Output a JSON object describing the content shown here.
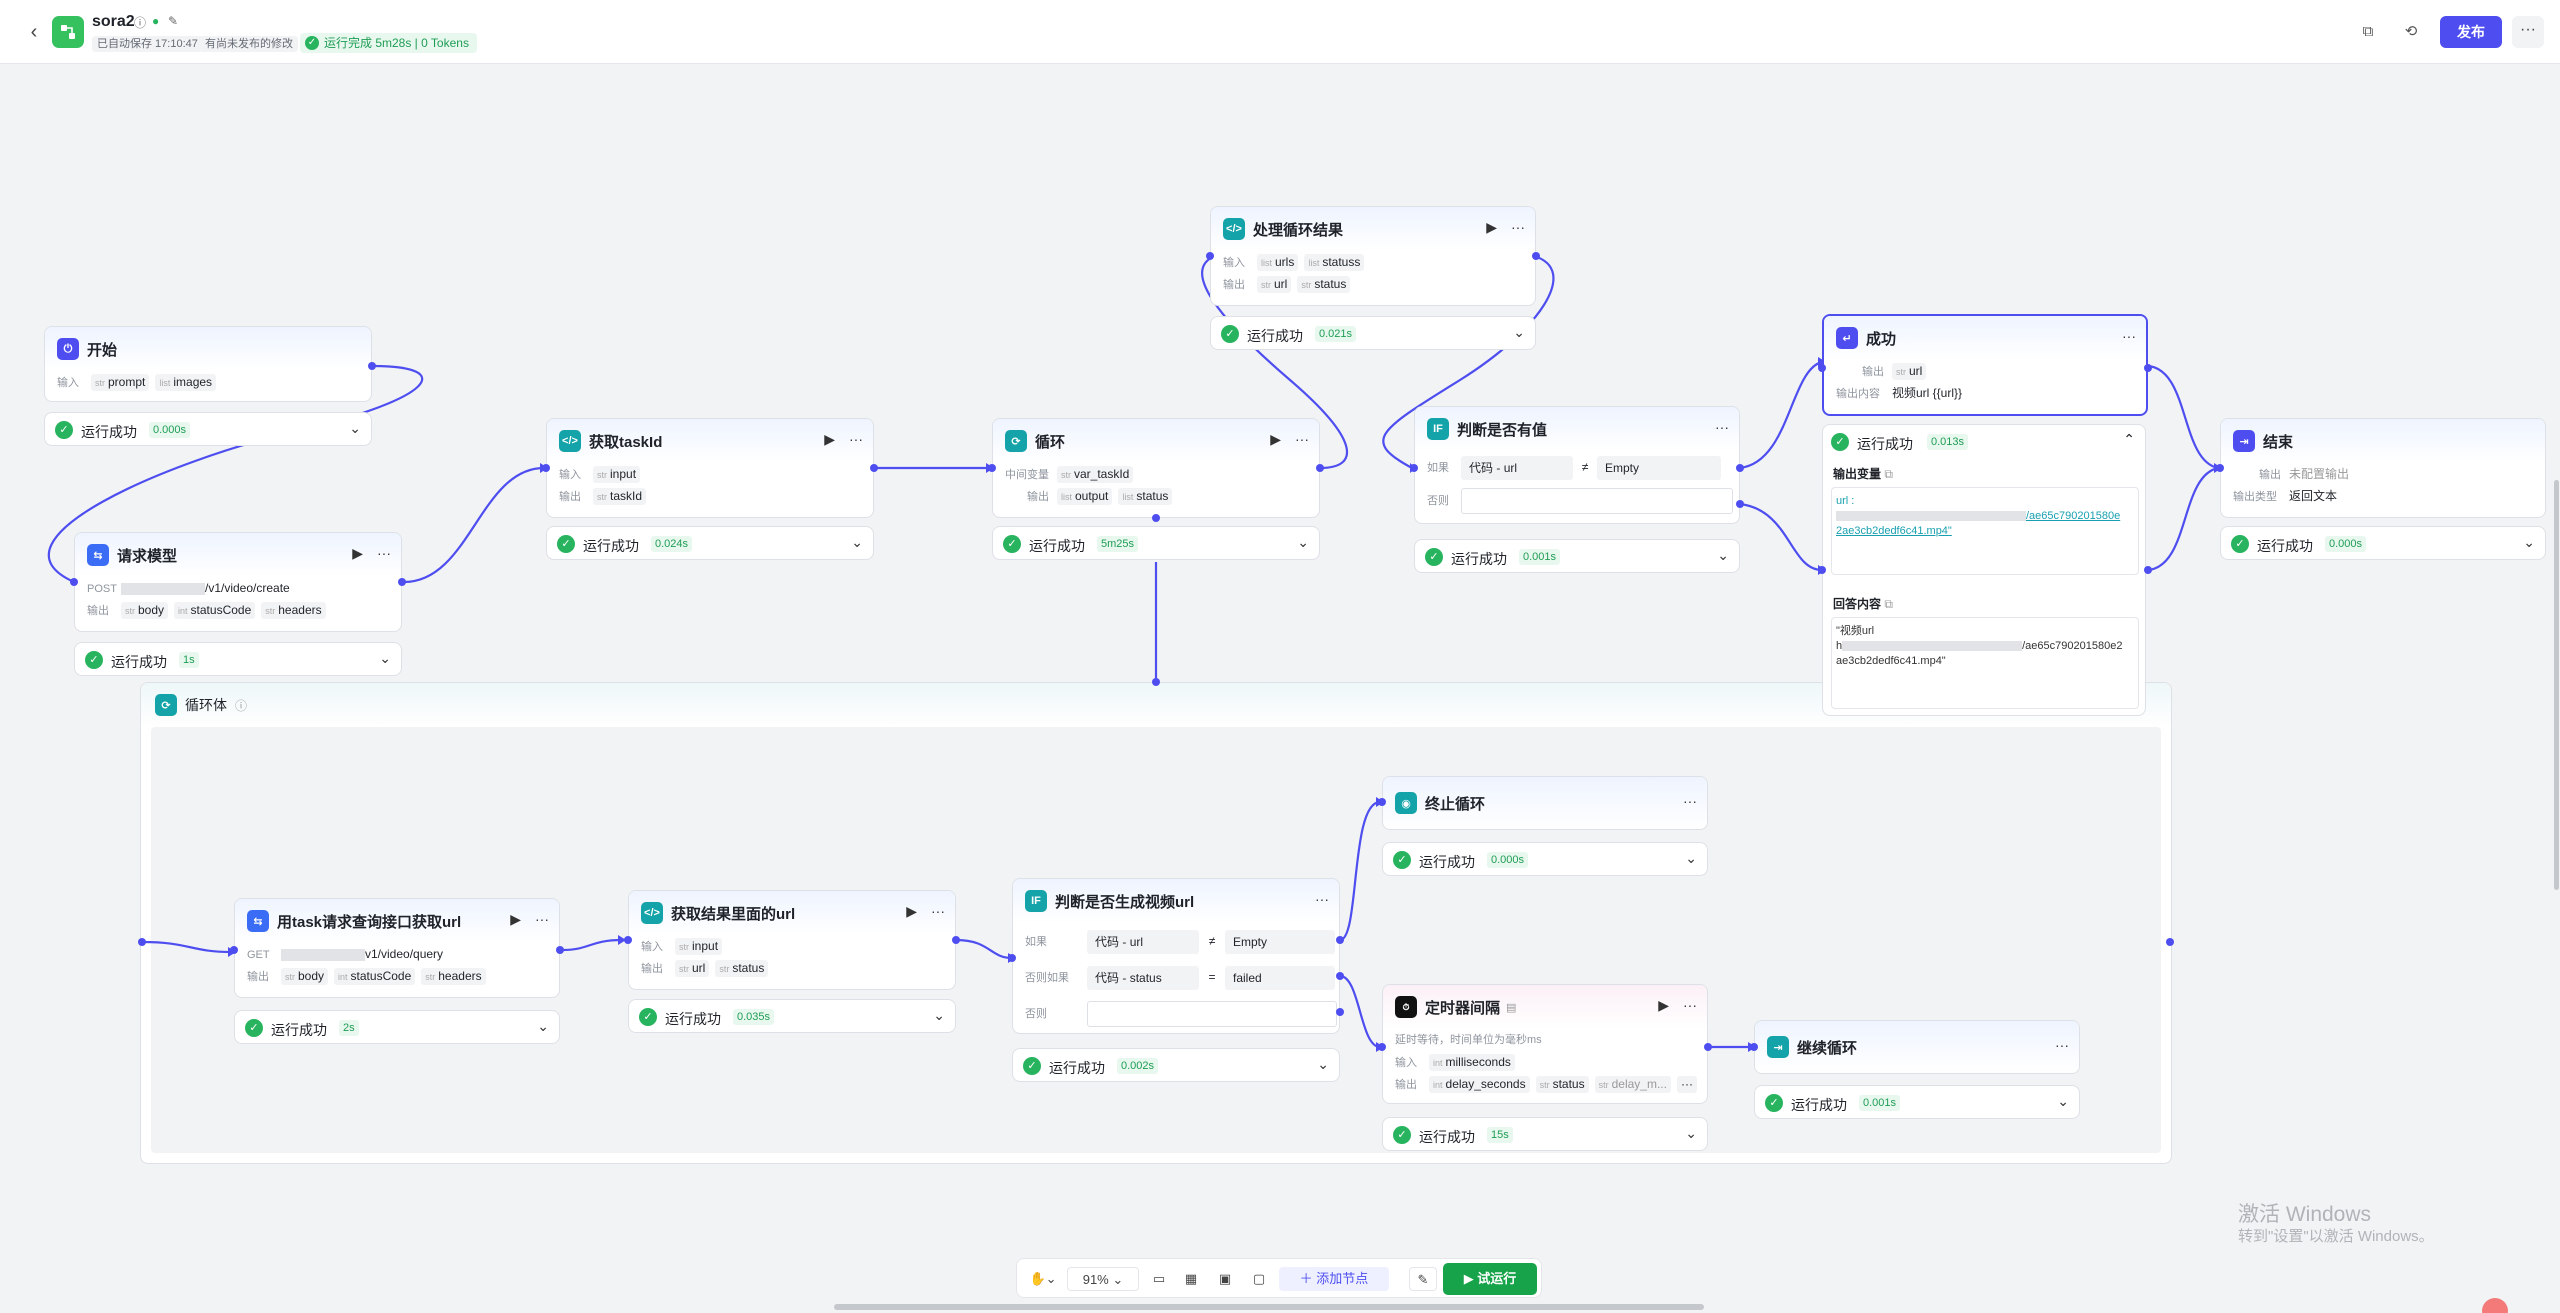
{
  "header": {
    "back": "‹",
    "app_name": "sora2",
    "autosave": "已自动保存 17:10:47",
    "unpublished": "有尚未发布的修改",
    "run_status": "运行完成 5m28s | 0 Tokens",
    "publish": "发布",
    "more": "···"
  },
  "colors": {
    "accent": "#4e4ef0",
    "success": "#28b45f",
    "logo": "#34c15e",
    "start": "#4e4ef0",
    "request": "#3b6cf5",
    "code": "#14a3a8",
    "loop": "#14a3a8",
    "if": "#14a3a8",
    "stop": "#14a3a8",
    "timer": "#111111"
  },
  "common": {
    "status": "运行成功",
    "in": "输入",
    "out": "输出",
    "run": "▶",
    "menu": "···",
    "caret": "⌄",
    "if": "如果",
    "else": "否则",
    "elseif": "否则如果",
    "code": "代码",
    "dash": "-",
    "neq": "≠",
    "eq": "=",
    "empty": "Empty",
    "str": "str",
    "arr": "list",
    "int": "int"
  },
  "nodes": {
    "start": {
      "title": "开始",
      "in1": "prompt",
      "in2": "images",
      "time": "0.000s"
    },
    "request": {
      "title": "请求模型",
      "method": "POST",
      "url": "/v1/video/create",
      "out1": "body",
      "out2": "statusCode",
      "out3": "headers",
      "time": "1s"
    },
    "taskid": {
      "title": "获取taskId",
      "in": "input",
      "out": "taskId",
      "time": "0.024s"
    },
    "loop": {
      "title": "循环",
      "midlbl": "中间变量",
      "mid": "var_taskId",
      "out1": "output",
      "out2": "status",
      "time": "5m25s"
    },
    "process": {
      "title": "处理循环结果",
      "in1": "urls",
      "in2": "statuss",
      "out1": "url",
      "out2": "status",
      "time": "0.021s"
    },
    "judge": {
      "title": "判断是否有值",
      "var": "url",
      "time": "0.001s"
    },
    "success": {
      "title": "成功",
      "out": "url",
      "content_lbl": "输出内容",
      "content": "视频url {{url}}",
      "time": "0.013s"
    },
    "end": {
      "title": "结束",
      "out_lbl": "输出",
      "out": "未配置输出",
      "type_lbl": "输出类型",
      "type": "返回文本",
      "time": "0.000s"
    },
    "loopbody": {
      "title": "循环体",
      "info": "ⓘ"
    },
    "query": {
      "title": "用task请求查询接口获取url",
      "method": "GET",
      "url": "v1/video/query",
      "out1": "body",
      "out2": "statusCode",
      "out3": "headers",
      "time": "2s"
    },
    "geturl": {
      "title": "获取结果里面的url",
      "in": "input",
      "out1": "url",
      "out2": "status",
      "time": "0.035s"
    },
    "judge2": {
      "title": "判断是否生成视频url",
      "var1": "url",
      "var2": "status",
      "val2": "failed",
      "time": "0.002s"
    },
    "stop": {
      "title": "终止循环",
      "time": "0.000s"
    },
    "timer": {
      "title": "定时器间隔",
      "desc": "延时等待，时间单位为毫秒ms",
      "in": "milliseconds",
      "out1": "delay_seconds",
      "out2": "status",
      "out3": "delay_m...",
      "time": "15s"
    },
    "cont": {
      "title": "继续循环",
      "time": "0.001s"
    }
  },
  "detail": {
    "vars_title": "输出变量",
    "url_key": "url :",
    "url_line1": "/ae65c790201580e",
    "url_line2": "2ae3cb2dedf6c41.mp4\"",
    "answer_title": "回答内容",
    "ans1": "\"视频url",
    "ans2": "h",
    "ans2b": "/ae65c790201580e2",
    "ans3": "ae3cb2dedf6c41.mp4\""
  },
  "toolbar": {
    "zoom": "91%",
    "add_node": "添加节点",
    "test_run": "试运行"
  },
  "watermark": {
    "line1": "激活 Windows",
    "line2": "转到\"设置\"以激活 Windows。"
  }
}
